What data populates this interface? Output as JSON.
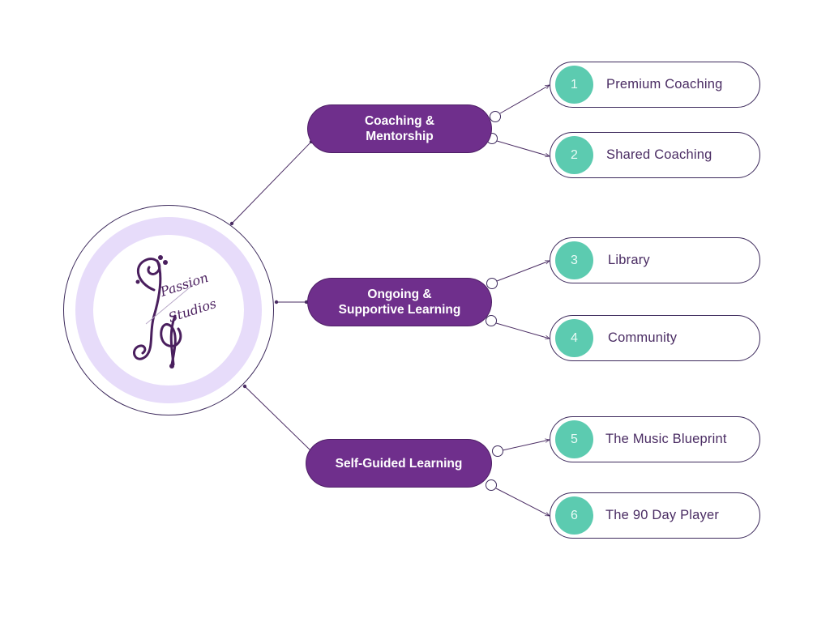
{
  "brand": {
    "logo_text_line1": "Passion",
    "logo_text_line2": "Studios",
    "logo_icon": "treble-clef-logo-icon"
  },
  "colors": {
    "category_fill": "#6f2f8c",
    "badge_fill": "#5ccbb0",
    "ring_fill": "#e7dcfa",
    "line": "#4a2c63"
  },
  "categories": [
    {
      "label": "Coaching &\nMentorship",
      "items": [
        {
          "number": "1",
          "label": "Premium Coaching"
        },
        {
          "number": "2",
          "label": "Shared Coaching"
        }
      ]
    },
    {
      "label": "Ongoing &\nSupportive Learning",
      "items": [
        {
          "number": "3",
          "label": "Library"
        },
        {
          "number": "4",
          "label": "Community"
        }
      ]
    },
    {
      "label": "Self-Guided Learning",
      "items": [
        {
          "number": "5",
          "label": "The Music Blueprint"
        },
        {
          "number": "6",
          "label": "The 90 Day Player"
        }
      ]
    }
  ]
}
